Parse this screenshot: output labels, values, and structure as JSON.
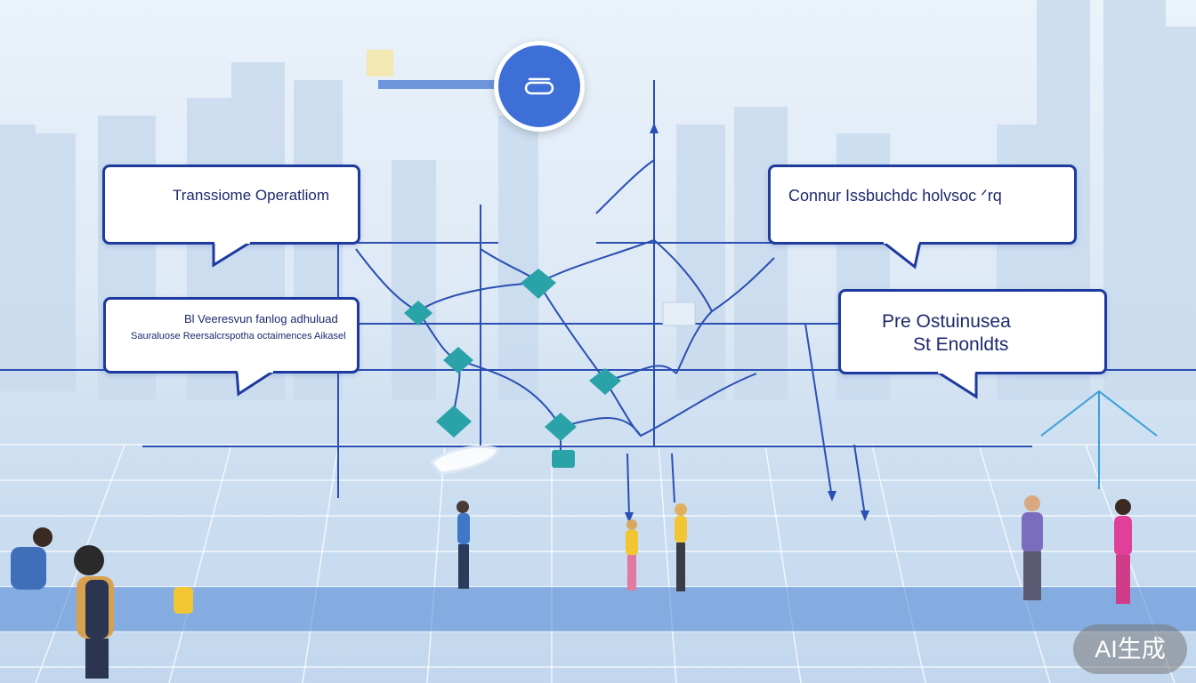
{
  "bubbles": {
    "top_left": {
      "title": "Transsiome Operatliom"
    },
    "mid_left": {
      "line1": "Bl Veeresvun fanlog adhuluad",
      "line2": "Sauraluose Reersalcrspotha octaimences Aikasel"
    },
    "top_right": {
      "title": "Connur Issbuchdc holvsoc  ᐟrq"
    },
    "mid_right": {
      "line1": "Pre  Ostuinusea",
      "line2": "St Enonldts"
    }
  },
  "top_button": {
    "icon": "stop-capsule-icon"
  },
  "watermark": {
    "text": "AI生成"
  },
  "colors": {
    "accent": "#1e3a9e",
    "button": "#3d6fd6",
    "node": "#2aa3a8"
  }
}
